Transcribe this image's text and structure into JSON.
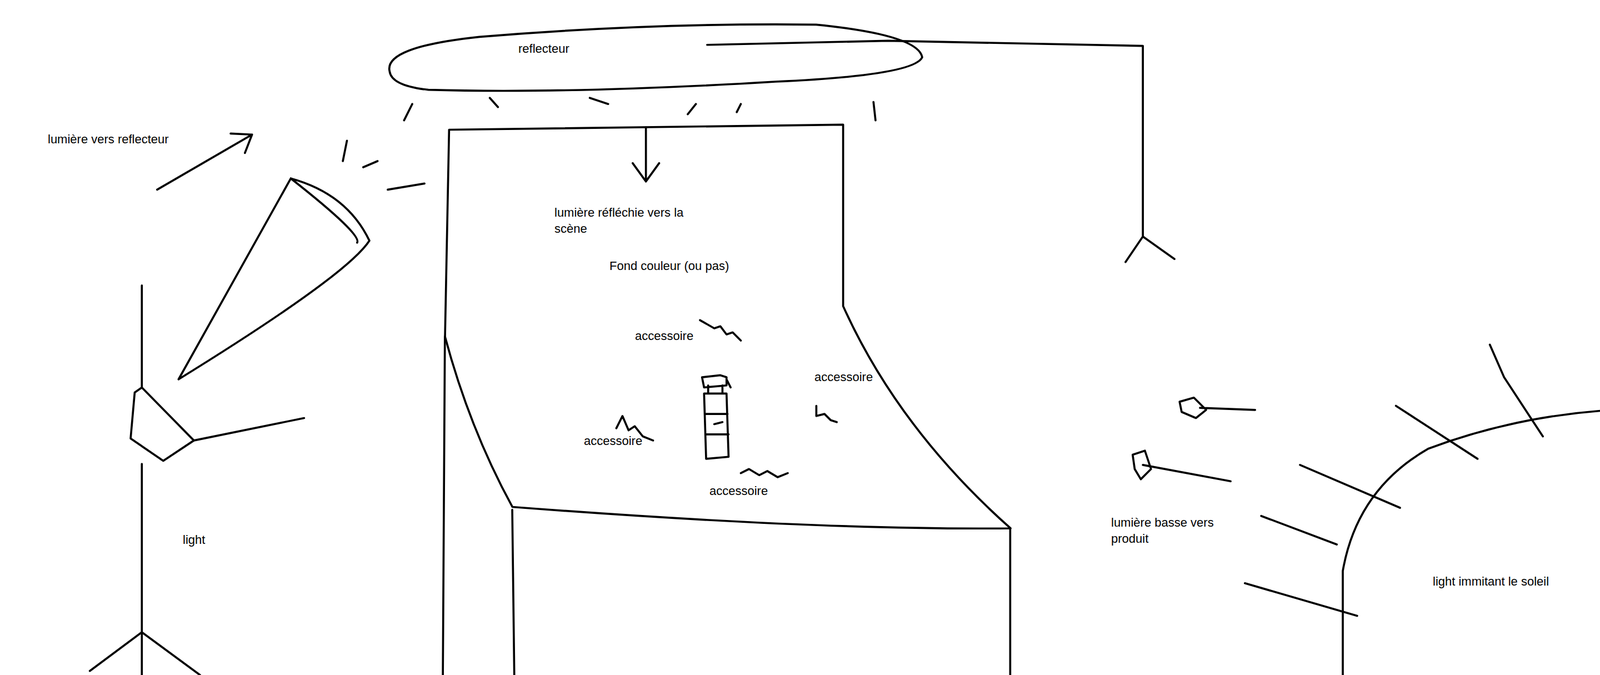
{
  "diagram": {
    "nodes": [
      {
        "text": [
          "reflecteur"
        ]
      },
      {
        "text": [
          "lumière réfléchie vers la scène",
          "Fond couleur (ou pas)",
          "accessoire",
          "accessoire",
          "accessoire",
          "accessoire"
        ]
      },
      {
        "text": [
          "light immitant le soleil"
        ]
      }
    ],
    "labels": [
      "lumière vers reflecteur",
      "light",
      "lumière basse vers produit"
    ]
  }
}
